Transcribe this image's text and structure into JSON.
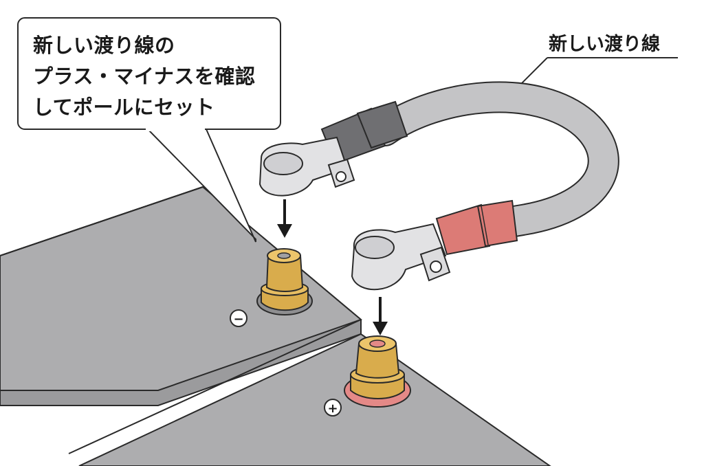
{
  "callout": {
    "lines": [
      "新しい渡り線の",
      "プラス・マイナスを確認",
      "してポールにセット"
    ]
  },
  "cable_label": "新しい渡り線",
  "terminals": {
    "negative_symbol": "−",
    "positive_symbol": "+"
  },
  "colors": {
    "battery_top": "#a9a9ab",
    "cable": "#c4c4c6",
    "negative_sleeve": "#6f6f72",
    "positive_sleeve": "#dc7b76",
    "brass": "#d9ac4c",
    "positive_collar": "#e48987",
    "clamp": "#e2e2e4"
  }
}
